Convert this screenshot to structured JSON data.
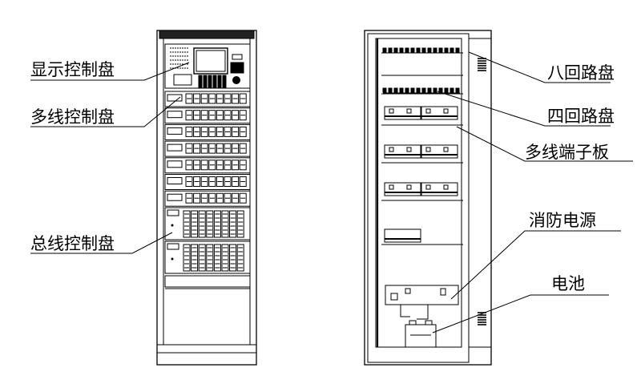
{
  "left_labels": {
    "display_panel": "显示控制盘",
    "multiline_panel": "多线控制盘",
    "bus_panel": "总线控制盘"
  },
  "right_labels": {
    "eight_loop": "八回路盘",
    "four_loop": "四回路盘",
    "multiline_terminal": "多线端子板",
    "fire_power": "消防电源",
    "battery": "电池"
  }
}
